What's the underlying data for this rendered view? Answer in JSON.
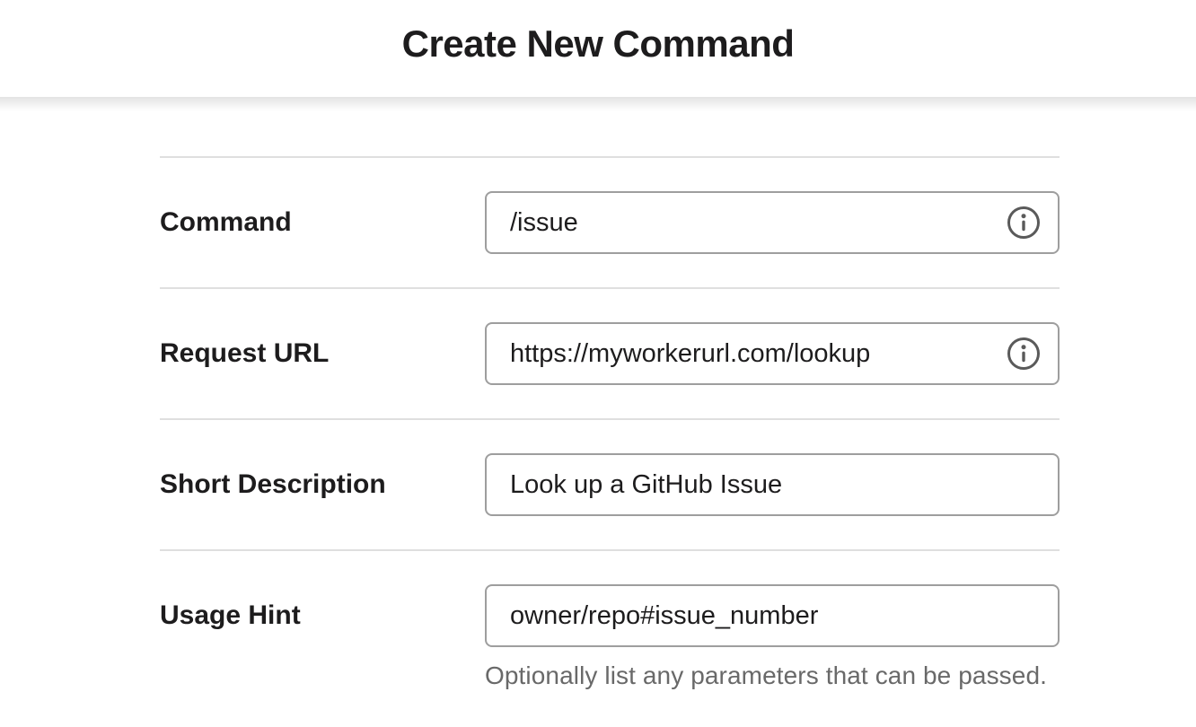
{
  "header": {
    "title": "Create New Command"
  },
  "form": {
    "rows": [
      {
        "label": "Command",
        "value": "/issue",
        "info_icon": "info-circle"
      },
      {
        "label": "Request URL",
        "value": "https://myworkerurl.com/lookup",
        "info_icon": "info-circle"
      },
      {
        "label": "Short Description",
        "value": "Look up a GitHub Issue"
      },
      {
        "label": "Usage Hint",
        "value": "owner/repo#issue_number",
        "helper": "Optionally list any parameters that can be passed."
      }
    ]
  },
  "colors": {
    "background": "#ffffff",
    "text_primary": "#1d1c1d",
    "input_border": "#9e9e9e",
    "divider": "#dfdfdf",
    "helper_text": "#696969",
    "icon_gray": "#5a5a5a"
  }
}
